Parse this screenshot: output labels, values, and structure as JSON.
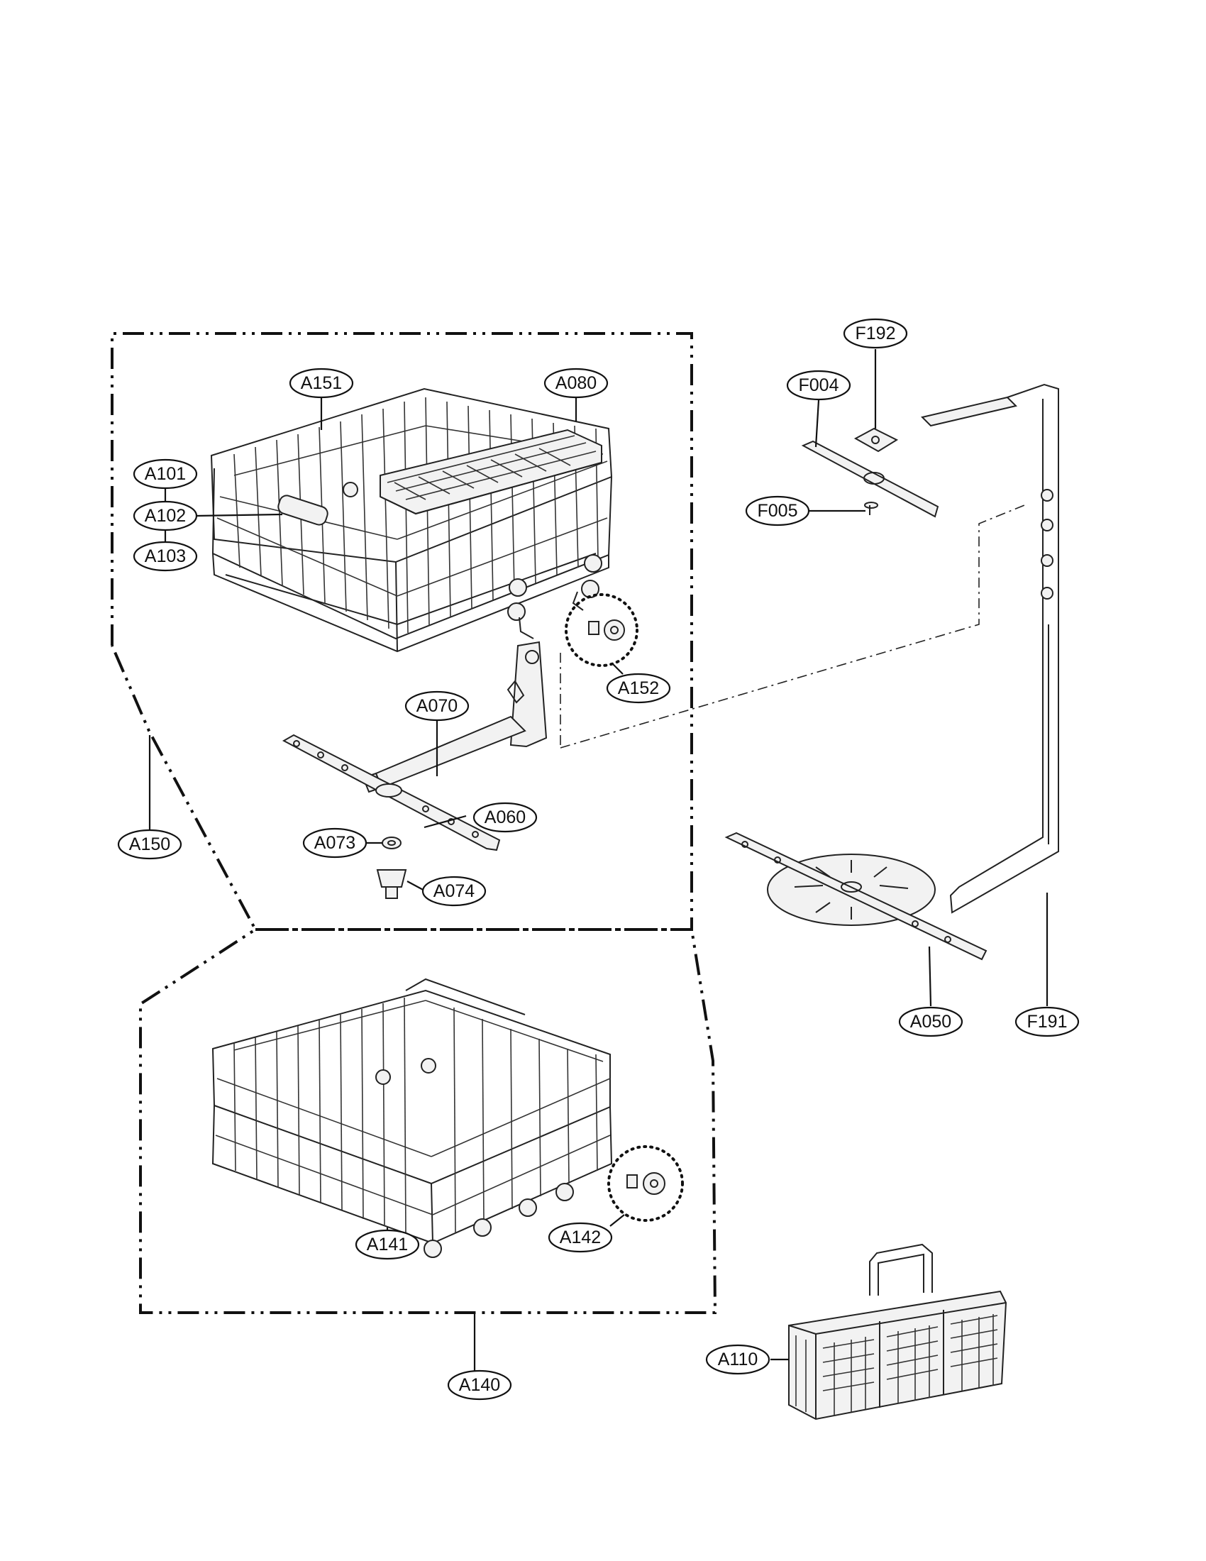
{
  "callouts": [
    {
      "id": "A151",
      "label": "A151"
    },
    {
      "id": "A080",
      "label": "A080"
    },
    {
      "id": "A101",
      "label": "A101"
    },
    {
      "id": "A102",
      "label": "A102"
    },
    {
      "id": "A103",
      "label": "A103"
    },
    {
      "id": "A152",
      "label": "A152"
    },
    {
      "id": "A070",
      "label": "A070"
    },
    {
      "id": "A060",
      "label": "A060"
    },
    {
      "id": "A073",
      "label": "A073"
    },
    {
      "id": "A074",
      "label": "A074"
    },
    {
      "id": "A150",
      "label": "A150"
    },
    {
      "id": "F192",
      "label": "F192"
    },
    {
      "id": "F004",
      "label": "F004"
    },
    {
      "id": "F005",
      "label": "F005"
    },
    {
      "id": "A050",
      "label": "A050"
    },
    {
      "id": "F191",
      "label": "F191"
    },
    {
      "id": "A141",
      "label": "A141"
    },
    {
      "id": "A142",
      "label": "A142"
    },
    {
      "id": "A140",
      "label": "A140"
    },
    {
      "id": "A110",
      "label": "A110"
    }
  ]
}
